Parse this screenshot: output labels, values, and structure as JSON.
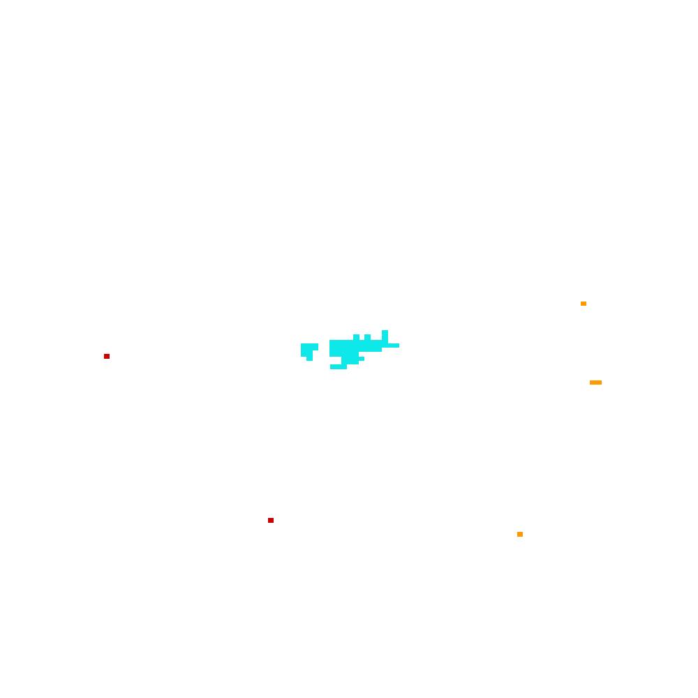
{
  "colors": {
    "background": "#ffffff",
    "cyan": "#0fe8e8",
    "red": "#cc0000",
    "orange": "#ff9900"
  },
  "entities": [
    {
      "name": "cyan-cluster",
      "color": "cyan"
    },
    {
      "name": "red-marker",
      "color": "red",
      "count": 2
    },
    {
      "name": "orange-marker",
      "color": "orange",
      "count": 3
    }
  ]
}
